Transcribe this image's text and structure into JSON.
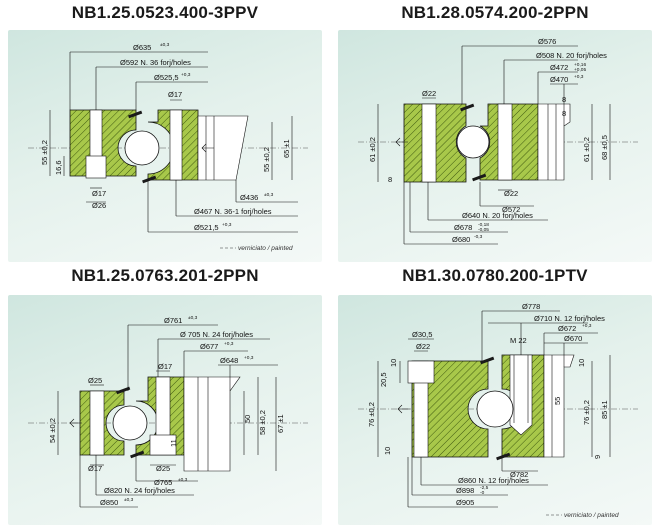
{
  "titles": [
    "NB1.25.0523.400-3PPV",
    "NB1.28.0574.200-2PPN",
    "NB1.25.0763.201-2PPN",
    "NB1.30.0780.200-1PTV"
  ],
  "colors": {
    "hatch_green": "#a8c84a",
    "panel_bg": "#d8ebe5",
    "ink": "#111111"
  },
  "legend": {
    "painted": "verniciato / painted"
  },
  "p1": {
    "d635": "Ø635",
    "d635_tol": "±0,3",
    "d592": "Ø592  N. 36 forj/holes",
    "d5255": "Ø525,5",
    "d5255_tol": "+0,3",
    "d17top": "Ø17",
    "h55l": "55 ±0,2",
    "h166": "16,6",
    "h55r": "55 ±0,2",
    "h65": "65 ±1",
    "d17b": "Ø17",
    "d26": "Ø26",
    "d436": "Ø436",
    "d436_tol": "±0,3",
    "d467": "Ø467  N. 36-1 forj/holes",
    "d5215": "Ø521,5",
    "d5215_tol": "+0,3"
  },
  "p2": {
    "d576": "Ø576",
    "d508": "Ø508  N. 20 forj/holes",
    "d472": "Ø472",
    "d472_tol_a": "+0,16",
    "d472_tol_b": "+0,05",
    "d470": "Ø470",
    "d470_tol": "+0,3",
    "d22top": "Ø22",
    "n8a": "8",
    "n8b": "8",
    "h61l": "61 ±0,2",
    "h61r": "61 ±0,2",
    "h68": "68 ±0,5",
    "d22b": "Ø22",
    "d572": "Ø572",
    "d640": "Ø640  N. 20 forj/holes",
    "d678": "Ø678",
    "d678_tol_a": "-0,18",
    "d678_tol_b": "-0,05",
    "d680": "Ø680",
    "d680_tol": "-0,3"
  },
  "p3": {
    "d761": "Ø761",
    "d761_tol": "±0,3",
    "d705": "Ø 705  N. 24 forj/holes",
    "d677": "Ø677",
    "d677_tol": "+0,3",
    "d648": "Ø648",
    "d648_tol": "+0,3",
    "d17top": "Ø17",
    "d25top": "Ø25",
    "h54": "54 ±0,2",
    "h50": "50",
    "h58": "58 ±0,2",
    "h67": "67 ±1",
    "n11": "11",
    "d17b": "Ø17",
    "d25b": "Ø25",
    "d765": "Ø765",
    "d765_tol": "±0,3",
    "d820": "Ø820  N. 24 forj/holes",
    "d850": "Ø850",
    "d850_tol": "±0,3"
  },
  "p4": {
    "d778": "Ø778",
    "d710": "Ø710  N. 12 forj/holes",
    "d672": "Ø672",
    "d672_tol": "+0,3",
    "d670": "Ø670",
    "d305": "Ø30,5",
    "d22": "Ø22",
    "m22": "M 22",
    "n10a": "10",
    "n205": "20,5",
    "n55": "55",
    "h76l": "76 ±0,2",
    "h76r": "76 ±0,2",
    "h85": "85 ±1",
    "n10b": "10",
    "n9": "9",
    "d782": "Ø782",
    "d860": "Ø860  N. 12 forj/holes",
    "d898": "Ø898",
    "d898_tol_a": "-2,5",
    "d898_tol_b": "-0",
    "d905": "Ø905"
  }
}
